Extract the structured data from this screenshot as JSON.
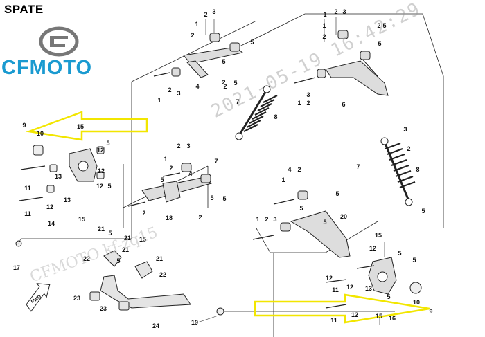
{
  "header": {
    "title": "SPATE"
  },
  "logo": {
    "brand": "CFMOTO"
  },
  "watermark": {
    "stamp": "2021-05-19  16:42:29",
    "text": "CFMOTO  kf-zq15"
  },
  "fwd_label": "FWD",
  "callouts": [
    {
      "id": "c1",
      "label": "2"
    },
    {
      "id": "c2",
      "label": "3"
    },
    {
      "id": "c3",
      "label": "1"
    },
    {
      "id": "c4",
      "label": "2"
    },
    {
      "id": "c5",
      "label": "5"
    },
    {
      "id": "c6",
      "label": "5"
    },
    {
      "id": "c7",
      "label": "2"
    },
    {
      "id": "c8",
      "label": "1"
    },
    {
      "id": "c9",
      "label": "2"
    },
    {
      "id": "c10",
      "label": "3"
    },
    {
      "id": "c11",
      "label": "4"
    },
    {
      "id": "c12",
      "label": "2"
    },
    {
      "id": "c13",
      "label": "5"
    },
    {
      "id": "c14",
      "label": "1"
    },
    {
      "id": "c15",
      "label": "2"
    },
    {
      "id": "c16",
      "label": "3"
    },
    {
      "id": "c17",
      "label": "1"
    },
    {
      "id": "c18",
      "label": "2"
    },
    {
      "id": "c19",
      "label": "5"
    },
    {
      "id": "c20",
      "label": "2"
    },
    {
      "id": "c21",
      "label": "5"
    },
    {
      "id": "c22",
      "label": "6"
    },
    {
      "id": "c23",
      "label": "3"
    },
    {
      "id": "c24",
      "label": "2"
    },
    {
      "id": "c25",
      "label": "1"
    },
    {
      "id": "c26",
      "label": "7"
    },
    {
      "id": "c27",
      "label": "8"
    },
    {
      "id": "c28",
      "label": "9"
    },
    {
      "id": "c29",
      "label": "10"
    },
    {
      "id": "c30",
      "label": "15"
    },
    {
      "id": "c31",
      "label": "5"
    },
    {
      "id": "c32",
      "label": "12"
    },
    {
      "id": "c33",
      "label": "12"
    },
    {
      "id": "c34",
      "label": "13"
    },
    {
      "id": "c35",
      "label": "11"
    },
    {
      "id": "c36",
      "label": "12"
    },
    {
      "id": "c37",
      "label": "13"
    },
    {
      "id": "c38",
      "label": "11"
    },
    {
      "id": "c39",
      "label": "14"
    },
    {
      "id": "c40",
      "label": "15"
    },
    {
      "id": "c41",
      "label": "5"
    },
    {
      "id": "c42",
      "label": "12"
    },
    {
      "id": "c43",
      "label": "2"
    },
    {
      "id": "c44",
      "label": "3"
    },
    {
      "id": "c45",
      "label": "1"
    },
    {
      "id": "c46",
      "label": "4"
    },
    {
      "id": "c47",
      "label": "2"
    },
    {
      "id": "c48",
      "label": "5"
    },
    {
      "id": "c49",
      "label": "2"
    },
    {
      "id": "c50",
      "label": "18"
    },
    {
      "id": "c51",
      "label": "2"
    },
    {
      "id": "c52",
      "label": "5"
    },
    {
      "id": "c53",
      "label": "5"
    },
    {
      "id": "c54",
      "label": "7"
    },
    {
      "id": "c55",
      "label": "7"
    },
    {
      "id": "c56",
      "label": "8"
    },
    {
      "id": "c57",
      "label": "5"
    },
    {
      "id": "c58",
      "label": "2"
    },
    {
      "id": "c59",
      "label": "3"
    },
    {
      "id": "c60",
      "label": "1"
    },
    {
      "id": "c61",
      "label": "4"
    },
    {
      "id": "c62",
      "label": "2"
    },
    {
      "id": "c63",
      "label": "5"
    },
    {
      "id": "c64",
      "label": "5"
    },
    {
      "id": "c65",
      "label": "2"
    },
    {
      "id": "c66",
      "label": "3"
    },
    {
      "id": "c67",
      "label": "1"
    },
    {
      "id": "c68",
      "label": "20"
    },
    {
      "id": "c69",
      "label": "5"
    },
    {
      "id": "c70",
      "label": "21"
    },
    {
      "id": "c71",
      "label": "5"
    },
    {
      "id": "c72",
      "label": "21"
    },
    {
      "id": "c73",
      "label": "15"
    },
    {
      "id": "c74",
      "label": "21"
    },
    {
      "id": "c75",
      "label": "22"
    },
    {
      "id": "c76",
      "label": "5"
    },
    {
      "id": "c77",
      "label": "21"
    },
    {
      "id": "c78",
      "label": "17"
    },
    {
      "id": "c79",
      "label": "22"
    },
    {
      "id": "c80",
      "label": "23"
    },
    {
      "id": "c81",
      "label": "23"
    },
    {
      "id": "c82",
      "label": "24"
    },
    {
      "id": "c83",
      "label": "19"
    },
    {
      "id": "c84",
      "label": "15"
    },
    {
      "id": "c85",
      "label": "5"
    },
    {
      "id": "c86",
      "label": "5"
    },
    {
      "id": "c87",
      "label": "12"
    },
    {
      "id": "c88",
      "label": "10"
    },
    {
      "id": "c89",
      "label": "12"
    },
    {
      "id": "c90",
      "label": "13"
    },
    {
      "id": "c91",
      "label": "11"
    },
    {
      "id": "c92",
      "label": "12"
    },
    {
      "id": "c93",
      "label": "16"
    },
    {
      "id": "c94",
      "label": "9"
    },
    {
      "id": "c95",
      "label": "15"
    },
    {
      "id": "c96",
      "label": "5"
    },
    {
      "id": "c97",
      "label": "12"
    },
    {
      "id": "c98",
      "label": "11"
    }
  ],
  "colors": {
    "brand_blue": "#1a9ad0",
    "highlight_yellow": "#f2e600",
    "line": "#222222"
  }
}
